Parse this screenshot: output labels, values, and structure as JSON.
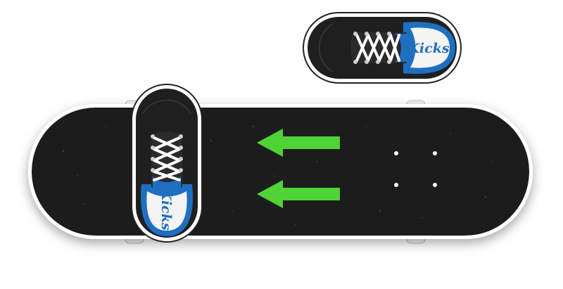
{
  "scene": {
    "board": {
      "deck_color": "#1e1e1e",
      "edge_color": "#ffffff",
      "wheel_color": "#f2f2f2"
    },
    "arrows": {
      "direction": "left",
      "color": "#4fd336",
      "count": 2
    },
    "shoes": {
      "brand_text": "Kicks",
      "body_color": "#1f1f1f",
      "accent_color": "#1f6fc0",
      "insole_color": "#f4f4f4",
      "lace_color": "#ffffff",
      "items": [
        {
          "name": "front-shoe",
          "placement": "on-board"
        },
        {
          "name": "back-shoe",
          "placement": "off-board"
        }
      ]
    }
  }
}
